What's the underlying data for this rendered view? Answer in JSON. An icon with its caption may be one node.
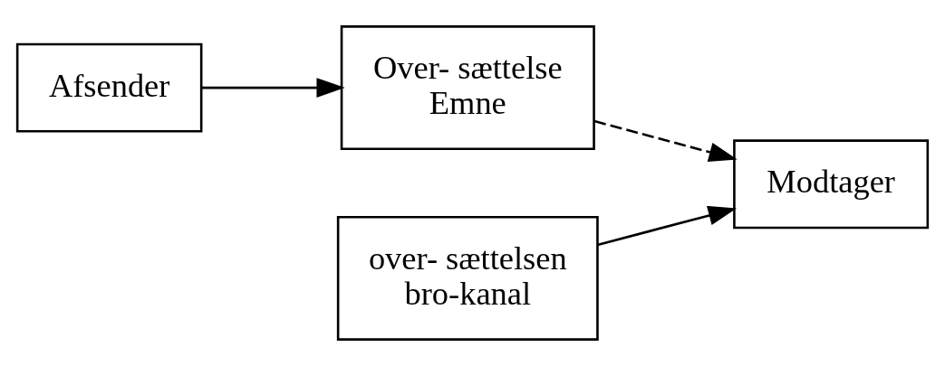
{
  "diagram": {
    "nodes": [
      {
        "text": [
          "Afsender"
        ]
      },
      {
        "text": [
          "Over- sættelse",
          "Emne"
        ]
      },
      {
        "text": [
          "over- sættelsen",
          "bro-kanal"
        ]
      },
      {
        "text": [
          "Modtager"
        ]
      }
    ],
    "edges": [
      {
        "from": 0,
        "to": 1,
        "arrow": "to"
      },
      {
        "from": 1,
        "to": 3,
        "arrow": "to",
        "style": "dashed"
      },
      {
        "from": 2,
        "to": 3,
        "arrow": "to"
      }
    ]
  }
}
